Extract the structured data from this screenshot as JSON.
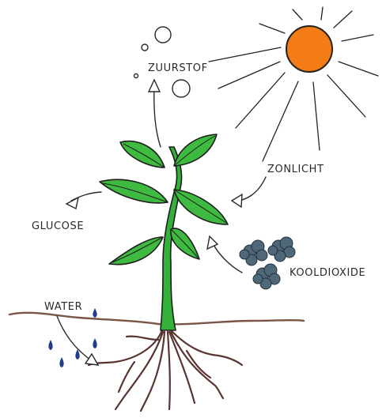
{
  "labels": {
    "oxygen": "ZUURSTOF",
    "sunlight": "ZONLICHT",
    "glucose": "GLUCOSE",
    "carbon_dioxide": "KOOLDIOXIDE",
    "water": "WATER"
  },
  "colors": {
    "sun_fill": "#f47c16",
    "leaf": "#3dba3f",
    "stem": "#33b13a",
    "soil": "#7a5548",
    "roots": "#5a3430",
    "water_drops": "#1f3f8a",
    "co2": "#4f6878",
    "ink": "#2a2a2a"
  },
  "icons": [
    "sun-icon",
    "oxygen-bubble-icon",
    "water-drop-icon",
    "co2-cloud-icon",
    "arrow-icon"
  ]
}
